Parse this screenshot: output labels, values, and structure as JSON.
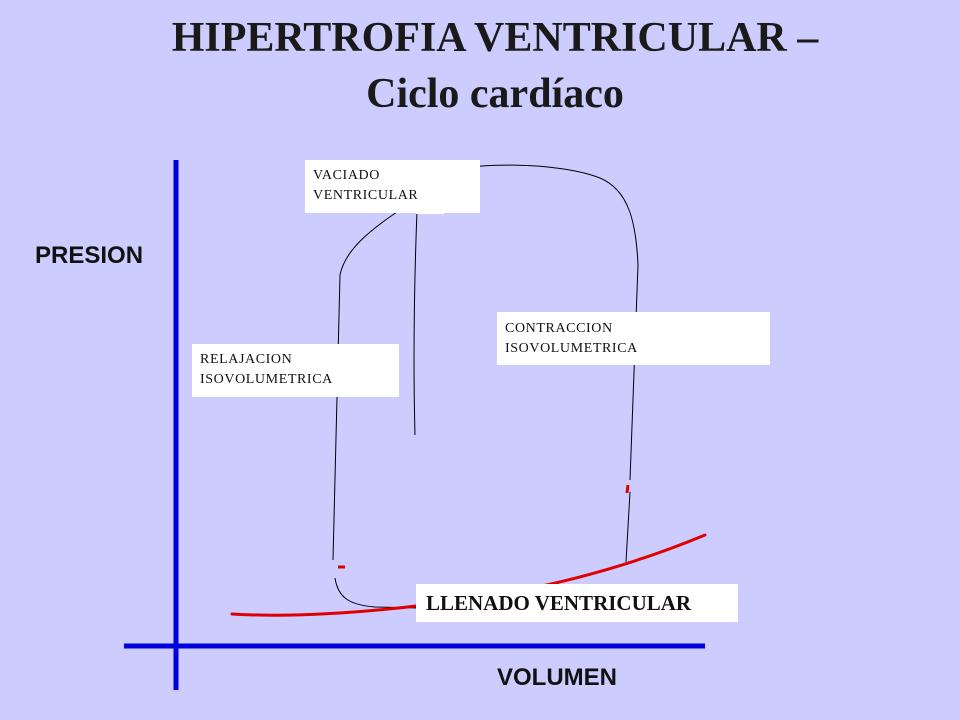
{
  "title": {
    "line1": "HIPERTROFIA VENTRICULAR –",
    "line2": "Ciclo cardíaco"
  },
  "axes": {
    "y_label": "PRESION",
    "x_label": "VOLUMEN",
    "color": "#0000e0"
  },
  "phases": {
    "vaciado": [
      "VACIADO",
      "VENTRICULAR"
    ],
    "contraccion": [
      "CONTRACCION",
      "ISOVOLUMETRICA"
    ],
    "relajacion": [
      "RELAJACION",
      "ISOVOLUMETRICA"
    ],
    "llenado": "LLENADO VENTRICULAR"
  },
  "colors": {
    "background": "#ccccff",
    "loop": "#000000",
    "compliance_curve": "#e00000"
  }
}
